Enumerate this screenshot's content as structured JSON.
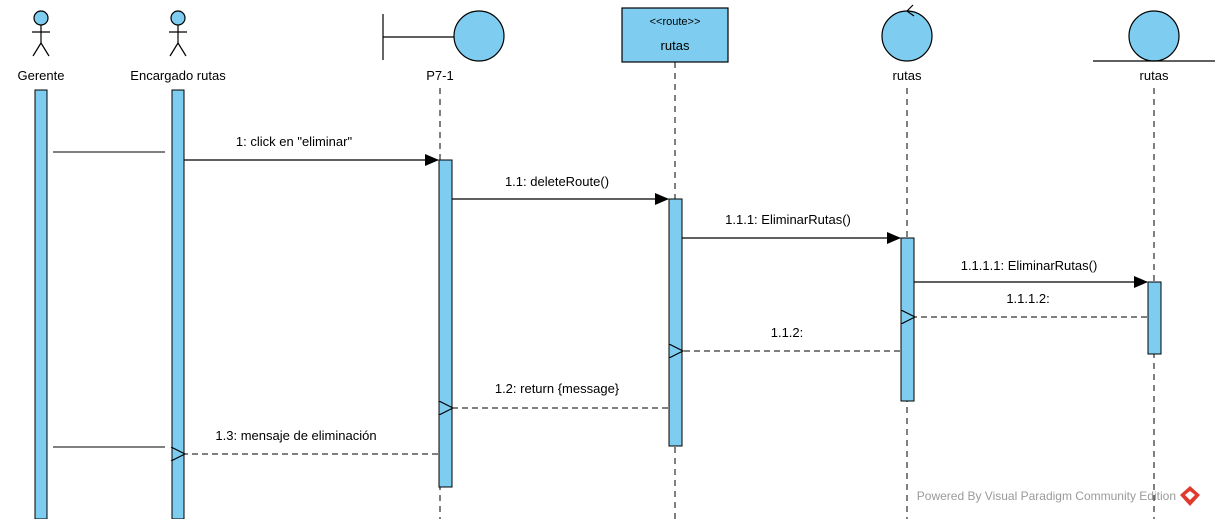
{
  "participants": {
    "gerente": "Gerente",
    "encargado": "Encargado rutas",
    "boundary": "P7-1",
    "route_stereotype": "<<route>>",
    "route_name": "rutas",
    "control": "rutas",
    "entity": "rutas"
  },
  "messages": {
    "m1": "1: click en \"eliminar\"",
    "m1_1": "1.1: deleteRoute()",
    "m1_1_1": "1.1.1: EliminarRutas()",
    "m1_1_1_1": "1.1.1.1: EliminarRutas()",
    "m1_1_1_2": "1.1.1.2:",
    "m1_1_2": "1.1.2:",
    "m1_2": "1.2: return {message}",
    "m1_3": "1.3: mensaje de eliminación"
  },
  "watermark": "Powered By  Visual Paradigm Community Edition",
  "colors": {
    "fill": "#7ecdf0",
    "logo": "#e03a2f"
  }
}
